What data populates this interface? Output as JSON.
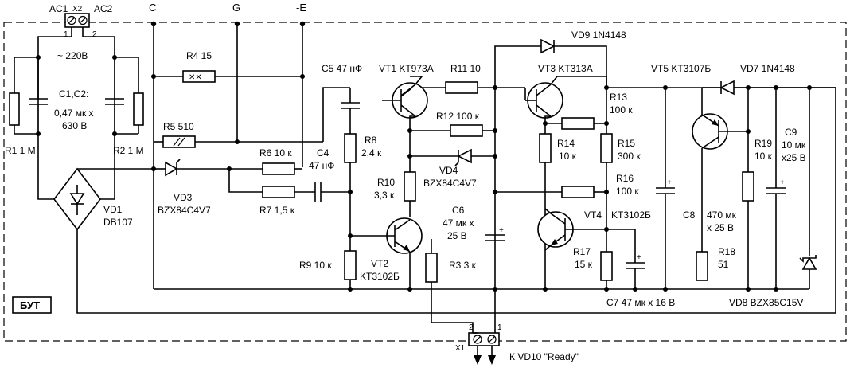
{
  "labels": {
    "ac1": "AC1",
    "x2": "X2",
    "ac2": "AC2",
    "pin1": "1",
    "pin2": "2",
    "c": "C",
    "g": "G",
    "e": "-E",
    "mains": "~ 220В",
    "c1c2_name": "C1,C2:",
    "c1c2_value": "0,47 мк x",
    "c1c2_voltage": "630 В",
    "r1": "R1 1 M",
    "r2": "R2 1 M",
    "vd1": "VD1",
    "vd1_type": "DB107",
    "r4": "R4 15",
    "r5": "R5 510",
    "c5": "C5 47 нФ",
    "vt1": "VT1 KT973A",
    "r11": "R11 10",
    "vd9": "VD9 1N4148",
    "vt3": "VT3 KT313A",
    "r12": "R12 100 к",
    "r13": "R13",
    "r13_value": "100 к",
    "r8": "R8",
    "r8_value": "2,4 к",
    "r6": "R6 10 к",
    "c4": "C4",
    "c4_value": "47 нФ",
    "vd3": "VD3",
    "vd3_type": "BZX84C4V7",
    "vd4": "VD4",
    "vd4_type": "BZX84C4V7",
    "r10": "R10",
    "r10_value": "3,3 к",
    "r14": "R14",
    "r14_value": "10 к",
    "r15": "R15",
    "r15_value": "300 к",
    "r16": "R16",
    "r16_value": "100 к",
    "r7": "R7 1,5 к",
    "c6": "C6",
    "c6_value": "47 мк x",
    "c6_voltage": "25 В",
    "vt4": "VT4",
    "vt4_type": "KT3102Б",
    "r9": "R9 10 к",
    "vt2": "VT2",
    "vt2_type": "KT3102Б",
    "r3": "R3 3 к",
    "r17": "R17",
    "r17_value": "15 к",
    "vt5": "VT5 KT3107Б",
    "vd7": "VD7 1N4148",
    "r19": "R19",
    "r19_value": "10 к",
    "c9": "C9",
    "c9_value": "10 мк",
    "c9_voltage": "x25 В",
    "c8": "C8",
    "c8_value": "470 мк",
    "c8_voltage": "x 25 В",
    "r18": "R18",
    "r18_value": "51",
    "c7": "C7 47 мк x 16 В",
    "vd8": "VD8 BZX85C15V",
    "but": "БУТ",
    "x1": "X1",
    "x1_pin2": "2",
    "x1_pin1": "1",
    "ready": "К VD10  \"Ready\""
  }
}
